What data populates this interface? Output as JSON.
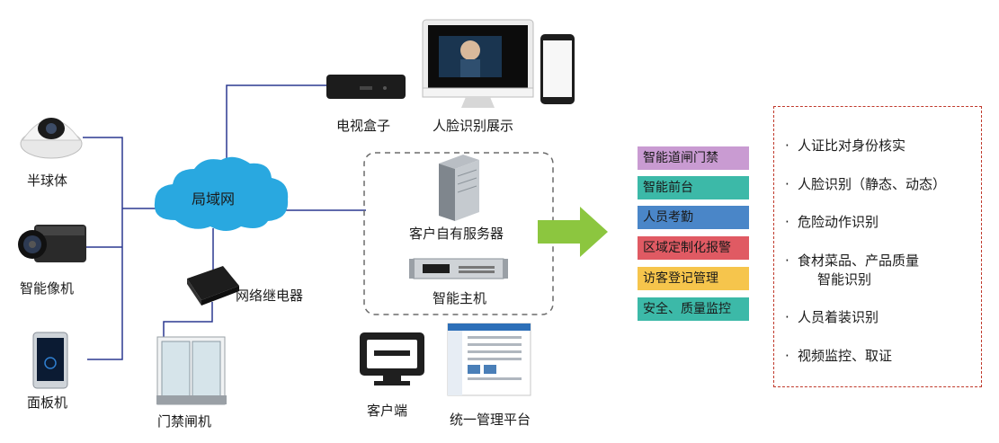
{
  "network": {
    "label": "局域网"
  },
  "devices": {
    "dome_camera": "半球体",
    "smart_camera": "智能像机",
    "panel_terminal": "面板机",
    "relay": "网络继电器",
    "gate": "门禁闸机",
    "tv_box": "电视盒子",
    "face_display": "人脸识别展示",
    "server": "客户自有服务器",
    "smart_host": "智能主机",
    "client": "客户端",
    "platform": "统一管理平台"
  },
  "applications": [
    {
      "label": "智能道闸门禁",
      "color": "#c99bd2"
    },
    {
      "label": "智能前台",
      "color": "#3cb9a8"
    },
    {
      "label": "人员考勤",
      "color": "#4a86c8"
    },
    {
      "label": "区域定制化报警",
      "color": "#e05a63"
    },
    {
      "label": "访客登记管理",
      "color": "#f6c54c"
    },
    {
      "label": "安全、质量监控",
      "color": "#3cb9a8"
    }
  ],
  "features": [
    {
      "bullet": "·",
      "lines": [
        "人证比对身份核实"
      ]
    },
    {
      "bullet": "·",
      "lines": [
        "人脸识别（静态、动态）"
      ]
    },
    {
      "bullet": "·",
      "lines": [
        "危险动作识别"
      ]
    },
    {
      "bullet": "·",
      "lines": [
        "食材菜品、产品质量",
        "智能识别"
      ]
    },
    {
      "bullet": "·",
      "lines": [
        "人员着装识别"
      ]
    },
    {
      "bullet": "·",
      "lines": [
        "视频监控、取证"
      ]
    }
  ],
  "colors": {
    "line": "#2b3990",
    "arrow": "#8cc63f",
    "cloud": "#29a8e0",
    "dashed_red": "#c0392b"
  }
}
